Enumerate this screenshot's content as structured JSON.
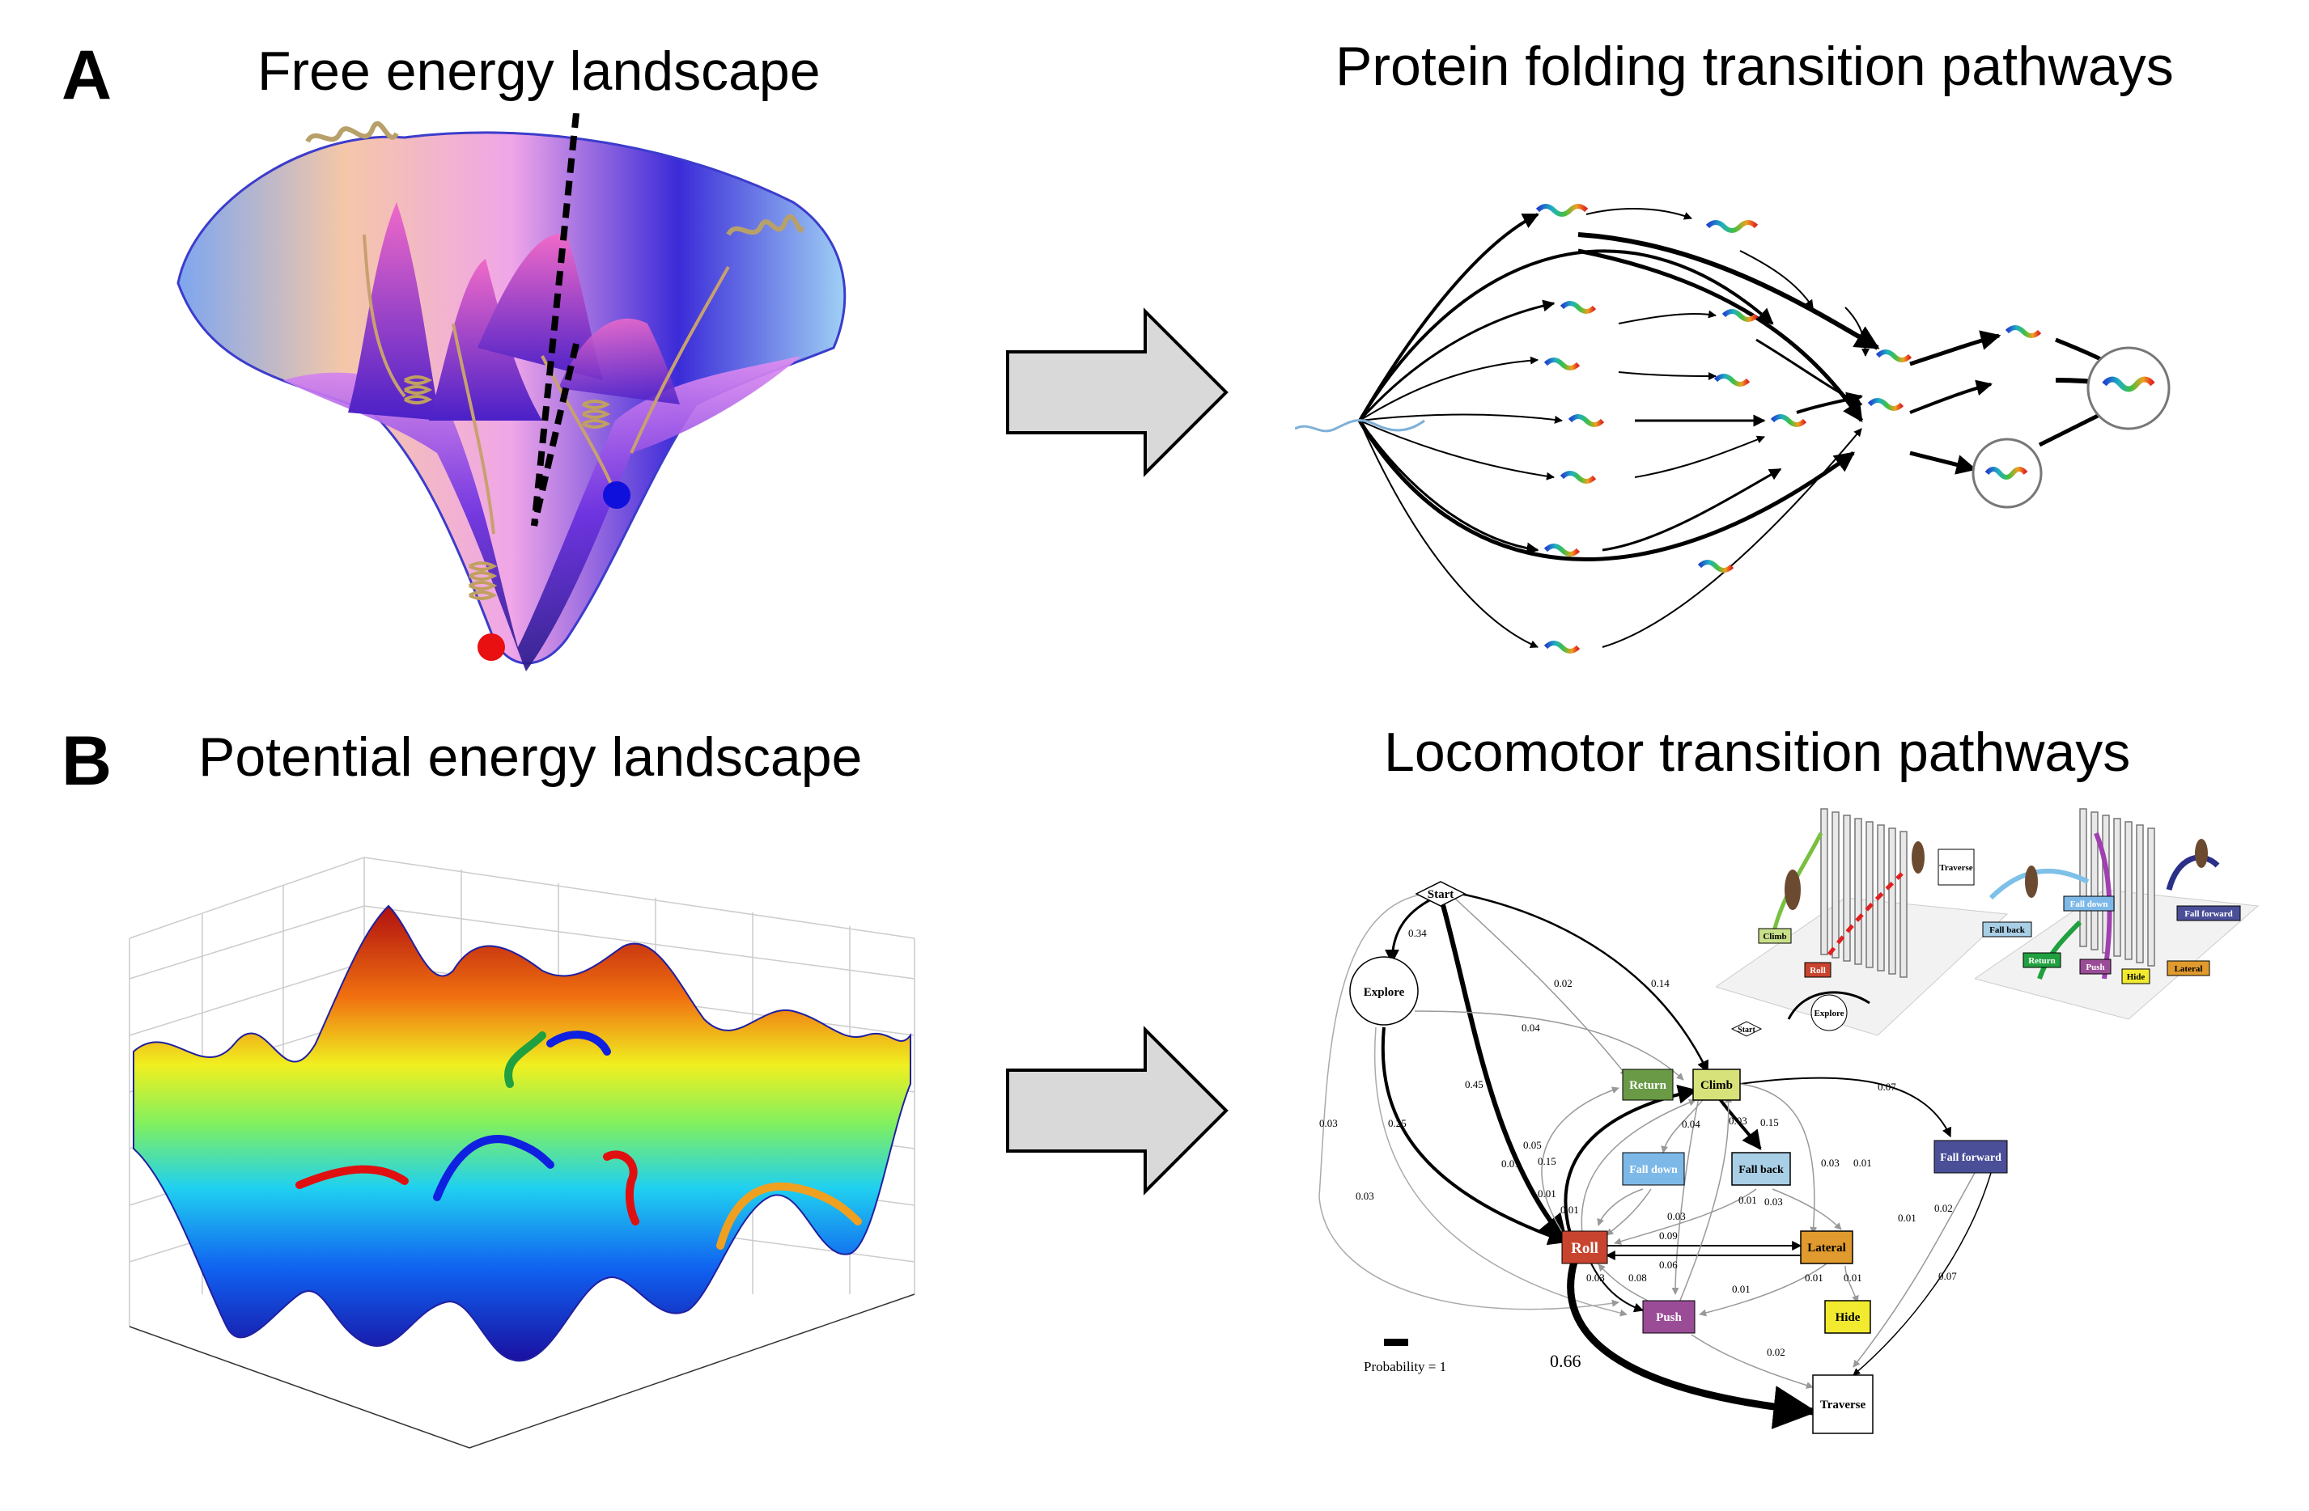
{
  "panel_a": {
    "letter": "A",
    "left_title": "Free energy landscape",
    "right_title": "Protein folding transition pathways"
  },
  "panel_b": {
    "letter": "B",
    "left_title": "Potential energy landscape",
    "right_title": "Locomotor transition pathways"
  },
  "network": {
    "nodes": {
      "start": "Start",
      "explore": "Explore",
      "return": "Return",
      "climb": "Climb",
      "fall_down": "Fall down",
      "fall_back": "Fall back",
      "fall_forward": "Fall forward",
      "roll": "Roll",
      "lateral": "Lateral",
      "push": "Push",
      "hide": "Hide",
      "traverse": "Traverse"
    },
    "edge_labels": {
      "start_explore": "0.34",
      "start_return": "0.02",
      "start_climb": "0.14",
      "start_roll": "0.45",
      "explore_climb": "0.04",
      "explore_roll": "0.25",
      "explore_push": "0.03",
      "start_traverse": "0.03",
      "climb_return": "0.07",
      "roll_climb": "0.15",
      "roll_climb2": "0.01",
      "roll_return": "0.05",
      "climb_falldown": "0.04",
      "climb_fallback": "0.03",
      "climb_fallback2": "0.15",
      "fallback_lateral": "0.03",
      "falldown_roll": "0.01",
      "falldown_roll2": "0.01",
      "fallback_roll": "0.01",
      "fallback_roll2": "0.03",
      "climb_lateral": "0.01",
      "climb_push": "0.03",
      "climb_ff": "0.01",
      "roll_lateral": "0.09",
      "lateral_roll": "0.06",
      "roll_push": "0.03",
      "push_roll": "0.08",
      "push_climb": "0.01",
      "lateral_push": "0.01",
      "lateral_hide": "0.01",
      "ff_traverse": "0.02",
      "ff_traverse2": "0.07",
      "push_traverse": "0.02",
      "roll_traverse": "0.66"
    },
    "legend_label": "Probability = 1"
  },
  "insets": {
    "left": {
      "traverse": "Traverse",
      "climb": "Climb",
      "roll": "Roll",
      "explore": "Explore",
      "start": "Start"
    },
    "right": {
      "fall_down": "Fall down",
      "fall_back": "Fall back",
      "fall_forward": "Fall forward",
      "return": "Return",
      "push": "Push",
      "hide": "Hide",
      "lateral": "Lateral"
    }
  },
  "colors": {
    "return": "#6a9a46",
    "climb": "#d7e27a",
    "fall_down": "#7db9e8",
    "fall_back": "#a9cfe6",
    "fall_forward": "#4a4f98",
    "roll": "#c9442f",
    "lateral": "#e09a2d",
    "push": "#9a4d96",
    "hide": "#f1ea2f",
    "arrow_fill": "#d9d9d9",
    "dot_red": "#e81010",
    "dot_blue": "#1010dd"
  },
  "icons": {
    "transition_arrow": "block-right-arrow",
    "minimum_marker": "dot-icon"
  }
}
